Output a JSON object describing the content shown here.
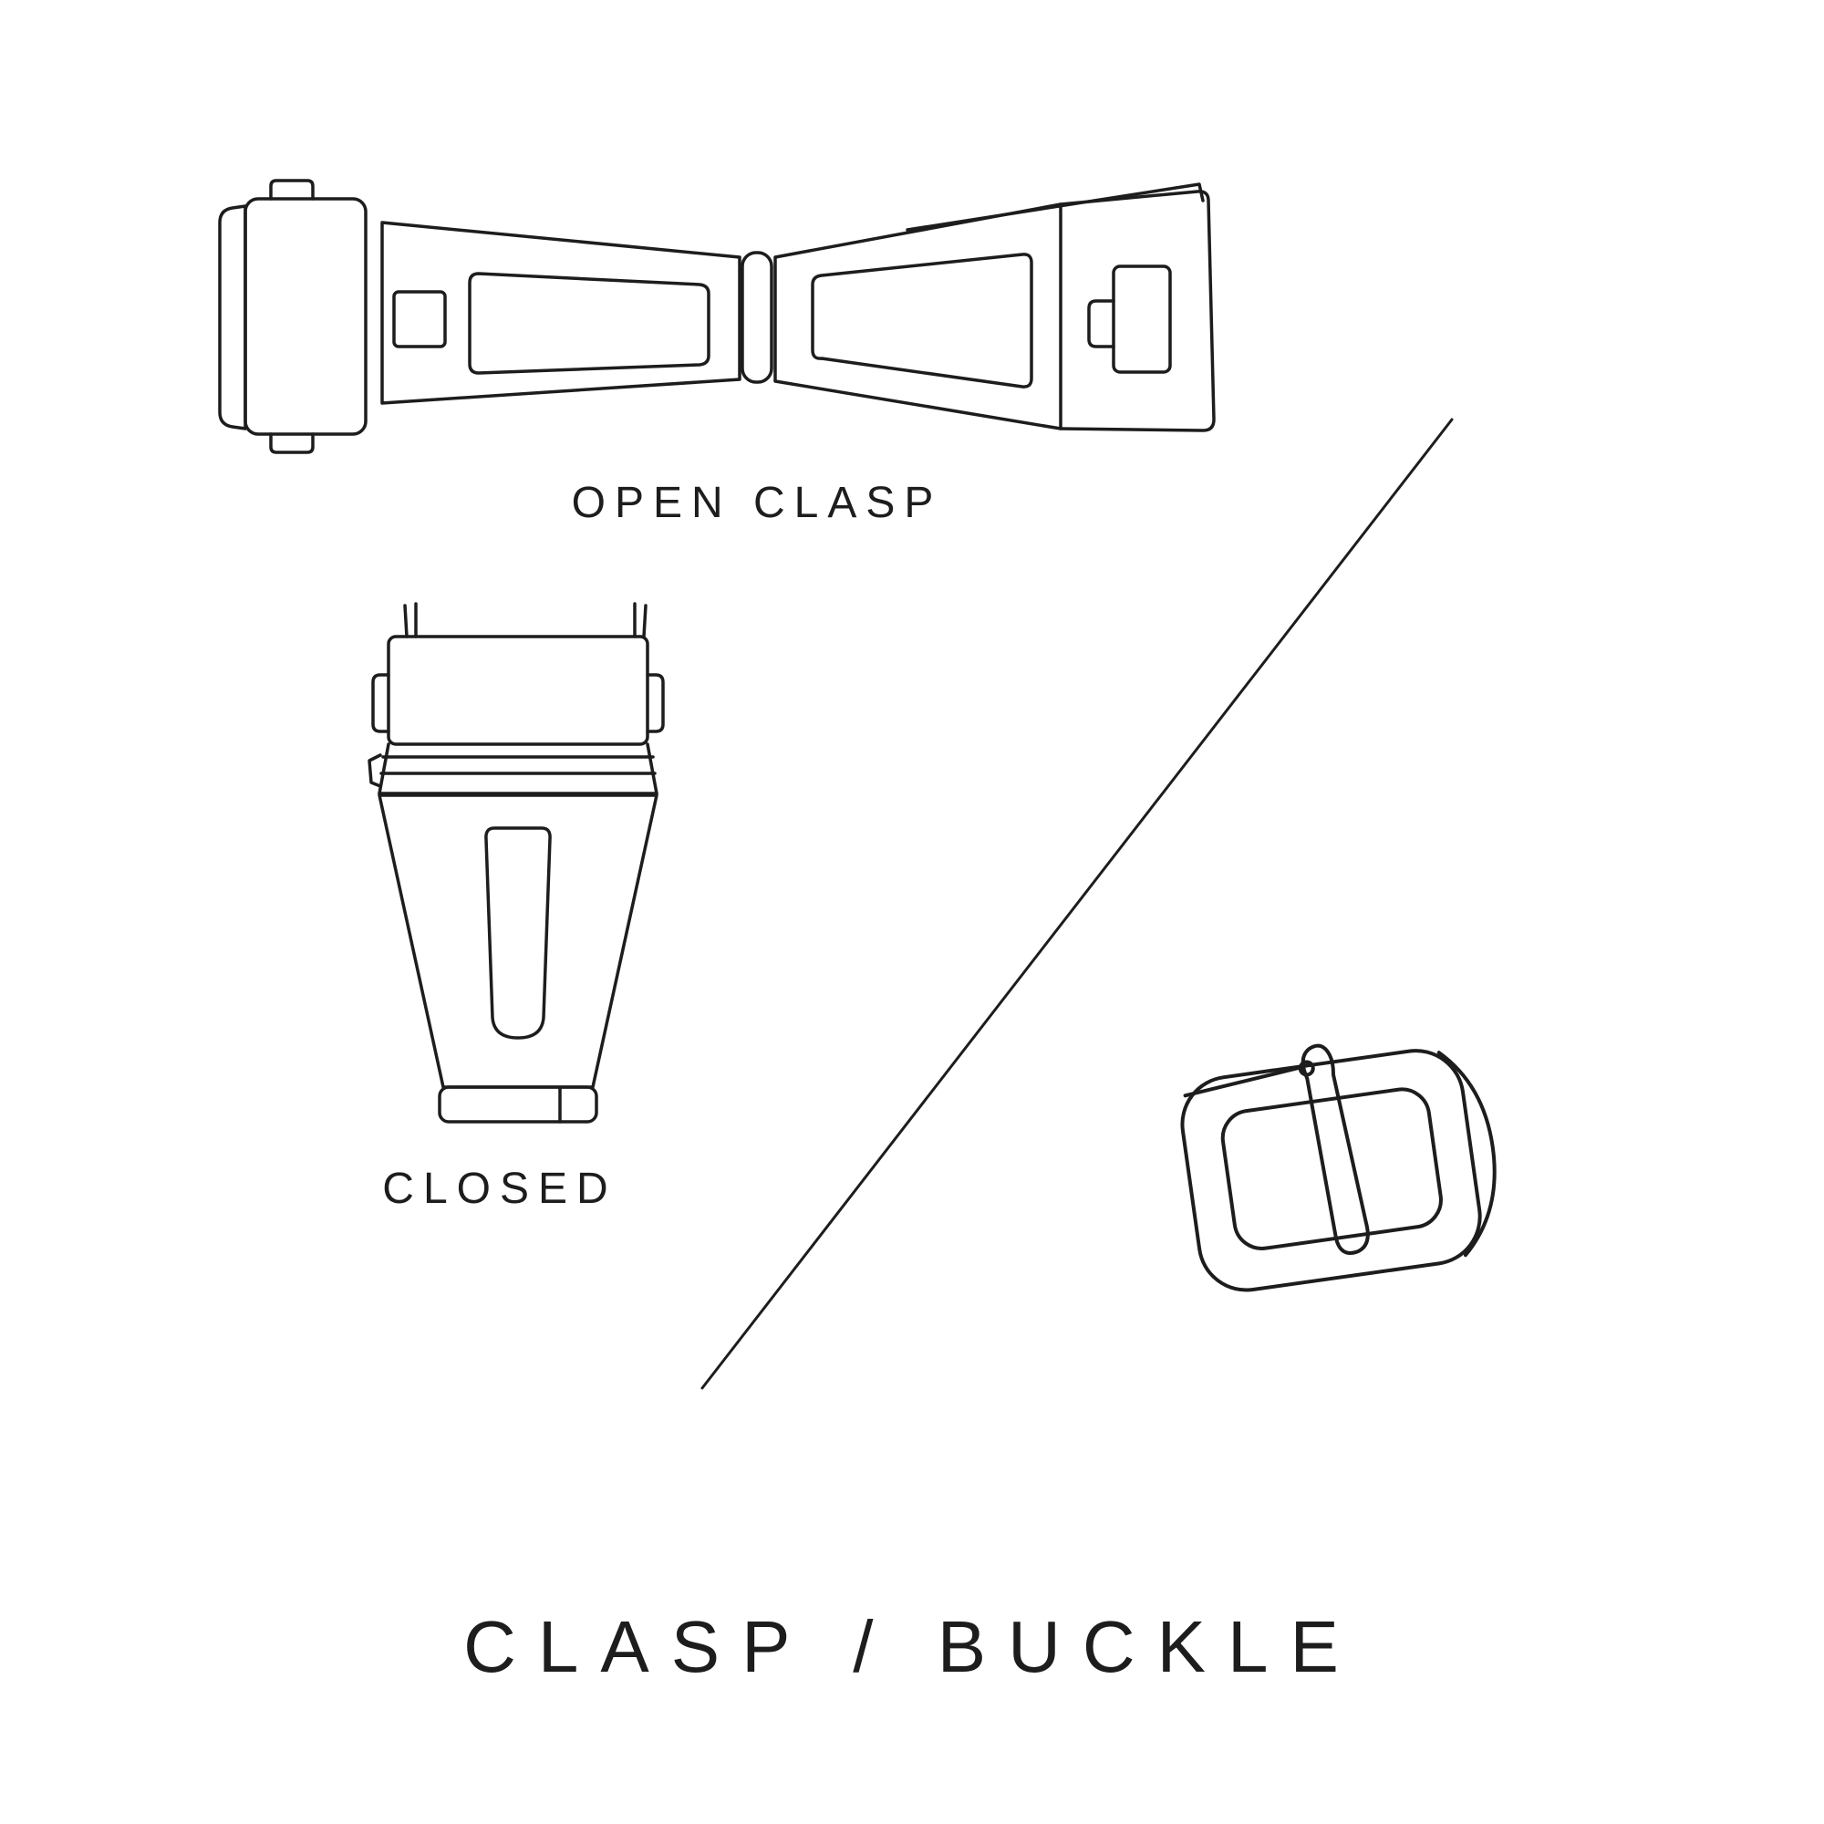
{
  "page": {
    "background_color": "#ffffff",
    "line_color": "#1d1d1d"
  },
  "labels": {
    "open_clasp": "OPEN CLASP",
    "closed": "CLOSED",
    "title": "CLASP / BUCKLE"
  },
  "illustrations": [
    {
      "name": "open-clasp-drawing",
      "meaning": "watch deployant clasp shown open, top view"
    },
    {
      "name": "closed-clasp-drawing",
      "meaning": "watch clasp shown closed, top view"
    },
    {
      "name": "tang-buckle-drawing",
      "meaning": "watch strap tang buckle, perspective view"
    }
  ]
}
